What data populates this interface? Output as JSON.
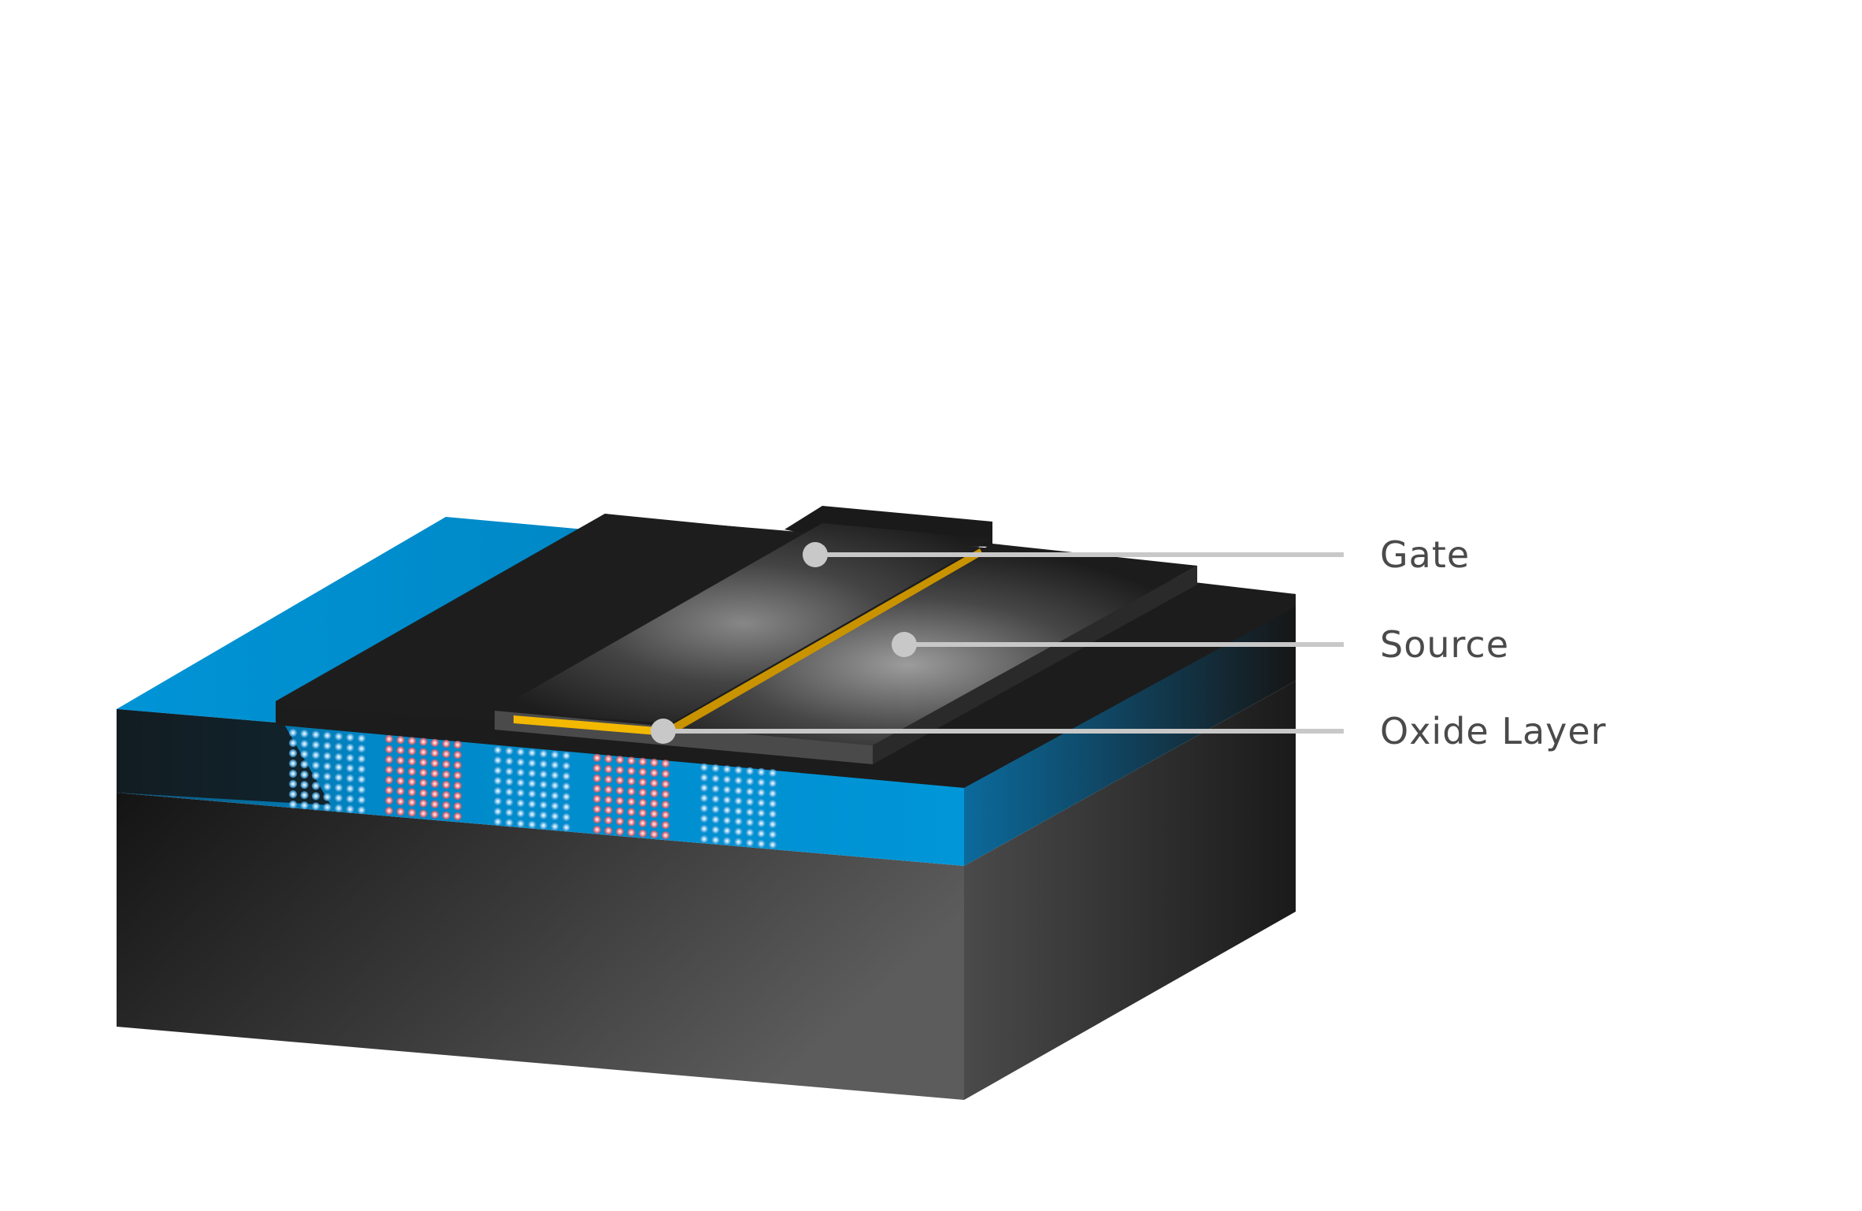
{
  "colors": {
    "background": "#ffffff",
    "substrate_dark": "#1b1b1b",
    "substrate_light": "#5a5a5a",
    "channel_blue": "#0090d0",
    "oxide_yellow": "#f3b800",
    "leader_line": "#c8c8c8",
    "leader_dot": "#c8c8c8",
    "label_text": "#4a4a4a",
    "electron_blue": "#5fb7ea",
    "hole_red": "#f47a80"
  },
  "callouts": [
    {
      "id": "gate",
      "label": "Gate",
      "icon": "dot-marker"
    },
    {
      "id": "source",
      "label": "Source",
      "icon": "dot-marker"
    },
    {
      "id": "oxide",
      "label": "Oxide Layer",
      "icon": "dot-marker"
    }
  ],
  "carrier_grids": [
    {
      "type": "electron",
      "color": "blue",
      "rows": 8,
      "cols": 7
    },
    {
      "type": "hole",
      "color": "red",
      "rows": 8,
      "cols": 7
    },
    {
      "type": "electron",
      "color": "blue",
      "rows": 8,
      "cols": 7
    },
    {
      "type": "hole",
      "color": "red",
      "rows": 8,
      "cols": 7
    },
    {
      "type": "electron",
      "color": "blue",
      "rows": 8,
      "cols": 7
    }
  ]
}
